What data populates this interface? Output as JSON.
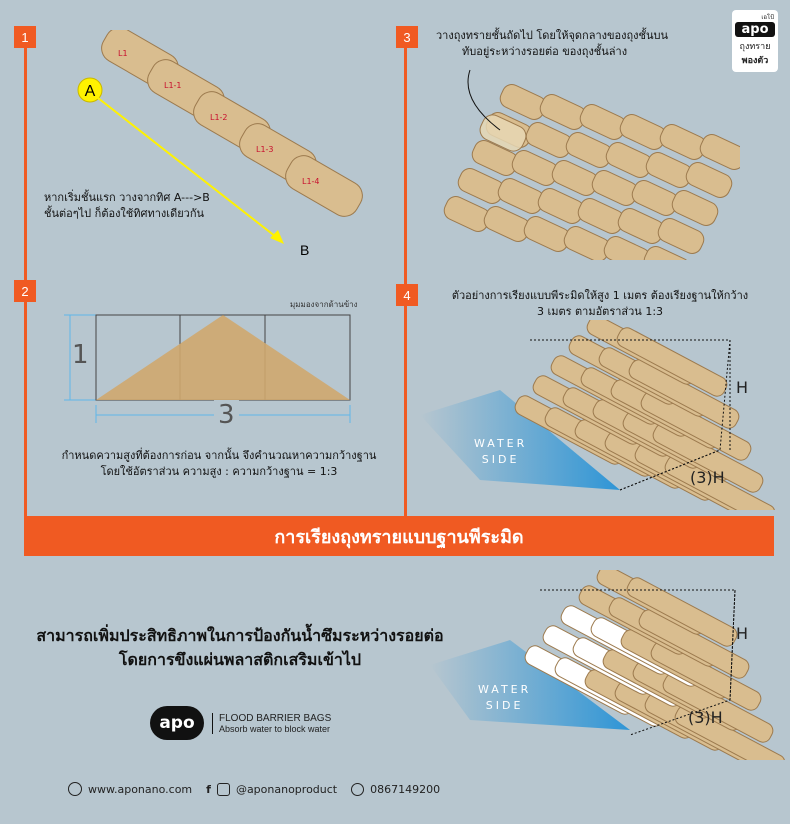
{
  "steps": [
    {
      "num": "1",
      "caption_lines": [
        "หากเริ่มชั้นแรก วางจากทิศ A--->B",
        "ชั้นต่อๆไป ก็ต้องใช้ทิศทางเดียวกัน"
      ],
      "point_a": "A",
      "point_b": "B",
      "bag_labels": [
        "L1",
        "L1-1",
        "L1-2",
        "L1-3",
        "L1-4"
      ]
    },
    {
      "num": "2",
      "view_label": "มุมมองจากด้านข้าง",
      "height_label": "1",
      "width_label": "3",
      "caption_lines": [
        "กำหนดความสูงที่ต้องการก่อน จากนั้น จึงคำนวณหาความกว้างฐาน",
        "โดยใช้อัตราส่วน  ความสูง : ความกว้างฐาน = 1:3"
      ]
    },
    {
      "num": "3",
      "caption_lines": [
        "วางถุงทรายชั้นถัดไป โดยให้จุดกลางของถุงชั้นบน",
        "ทับอยู่ระหว่างรอยต่อ ของถุงชั้นล่าง"
      ]
    },
    {
      "num": "4",
      "caption_lines": [
        "ตัวอย่างการเรียงแบบพีระมิดให้สูง 1 เมตร ต้องเรียงฐานให้กว้าง",
        "3 เมตร ตามอัตราส่วน 1:3"
      ],
      "water_label": [
        "WATER",
        "SIDE"
      ],
      "h_label": "H",
      "base_label": "(3)H"
    }
  ],
  "brand_badge": {
    "top": "เอโป้",
    "logo": "apo",
    "sub_lines": [
      "ถุงทราย",
      "พองตัว"
    ]
  },
  "banner": "การเรียงถุงทรายแบบฐานพีระมิด",
  "bottom": {
    "text_lines": [
      "สามารถเพิ่มประสิทธิภาพในการป้องกันน้ำซึมระหว่างรอยต่อ",
      "โดยการขึงแผ่นพลาสติกเสริมเข้าไป"
    ],
    "water_label": [
      "WATER",
      "SIDE"
    ],
    "h_label": "H",
    "base_label": "(3)H"
  },
  "logo": {
    "mark": "apo",
    "title": "FLOOD BARRIER BAGS",
    "tagline": "Absorb water to block water"
  },
  "footer": {
    "website": "www.aponano.com",
    "social": "@aponanoproduct",
    "phone": "0867149200"
  },
  "colors": {
    "accent": "#f05a22",
    "background": "#b7c6cf",
    "bag": "#d9bd8f",
    "bag_dark": "#9c7a4e",
    "water": "#3aa0dc",
    "plastic": "#ffffff"
  }
}
